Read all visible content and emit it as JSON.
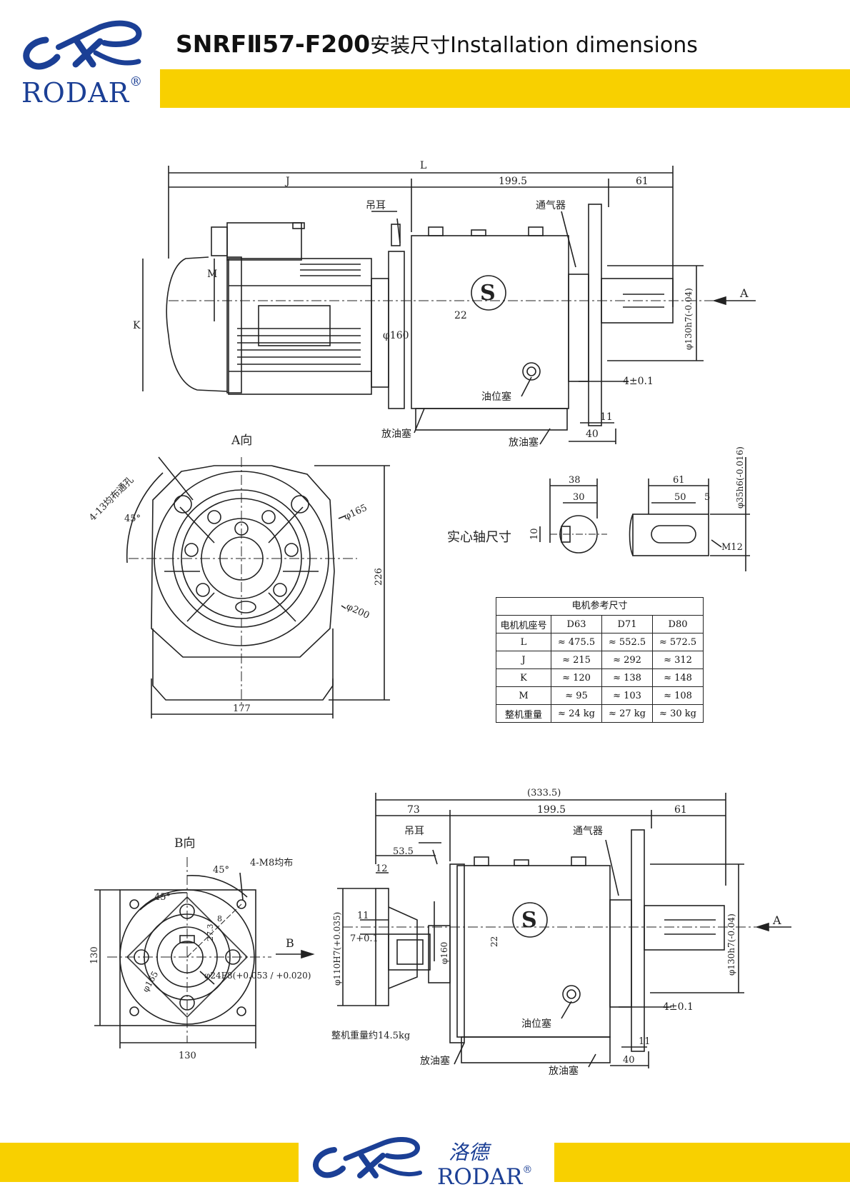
{
  "header": {
    "brand": "RODAR",
    "reg_mark": "®",
    "model": "SNRFⅡ57-F200",
    "title_cn": "安装尺寸",
    "title_en": "Installation dimensions"
  },
  "footer": {
    "brand": "RODAR",
    "brand_cn": "洛德",
    "reg_mark": "®"
  },
  "colors": {
    "accent_yellow": "#f8d000",
    "brand_blue": "#1b3f95",
    "line": "#222222"
  },
  "drawing_top": {
    "dim_L": "L",
    "dim_J": "J",
    "dim_199_5": "199.5",
    "dim_61": "61",
    "label_lifting_eye": "吊耳",
    "label_breather": "通气器",
    "label_oil_level_plug": "油位塞",
    "label_drain_plug_1": "放油塞",
    "label_drain_plug_2": "放油塞",
    "dim_M": "M",
    "dim_K": "K",
    "dim_22": "22",
    "dim_phi160": "φ160",
    "dim_phi130": "φ130h7(-0.04)",
    "dim_4": "4±0.1",
    "dim_11": "11",
    "dim_40": "40",
    "arrow_A": "A",
    "view_A": "A向",
    "holes": "4-13均布通孔",
    "angle_45": "45°",
    "dim_phi165": "φ165",
    "dim_phi200": "φ200",
    "dim_226": "226",
    "dim_177": "177",
    "shaft_title": "实心轴尺寸",
    "shaft_38": "38",
    "shaft_30": "30",
    "shaft_10": "10",
    "shaft_61": "61",
    "shaft_50": "50",
    "shaft_5": "5",
    "shaft_M12": "M12",
    "shaft_phi35": "φ35h6(-0.016)"
  },
  "motor_table": {
    "caption": "电机参考尺寸",
    "header": [
      "电机机座号",
      "D63",
      "D71",
      "D80"
    ],
    "rows": [
      [
        "L",
        "≈ 475.5",
        "≈ 552.5",
        "≈ 572.5"
      ],
      [
        "J",
        "≈ 215",
        "≈ 292",
        "≈ 312"
      ],
      [
        "K",
        "≈ 120",
        "≈ 138",
        "≈ 148"
      ],
      [
        "M",
        "≈ 95",
        "≈ 103",
        "≈ 108"
      ],
      [
        "整机重量",
        "≈ 24 kg",
        "≈ 27 kg",
        "≈ 30 kg"
      ]
    ]
  },
  "drawing_bottom": {
    "view_B": "B向",
    "angle_45a": "45°",
    "angle_45b": "45°",
    "holes": "4-M8均布",
    "dim_130_v": "130",
    "dim_130_h": "130",
    "dim_phi165": "φ165",
    "dim_phi24": "φ24F8(+0.053 / +0.020)",
    "dim_27_3": "27.3",
    "dim_8": "8",
    "arrow_B": "B",
    "dim_333_5": "(333.5)",
    "dim_73": "73",
    "dim_199_5": "199.5",
    "dim_61": "61",
    "label_lifting_eye": "吊耳",
    "label_breather": "通气器",
    "dim_53_5": "53.5",
    "dim_12": "12",
    "dim_11a": "11",
    "dim_7": "7+0.1",
    "dim_phi110": "φ110H7(+0.035)",
    "dim_phi160": "φ160",
    "dim_22": "22",
    "dim_phi130": "φ130h7(-0.04)",
    "arrow_A": "A",
    "dim_4": "4±0.1",
    "label_oil_level_plug": "油位塞",
    "weight": "整机重量约14.5kg",
    "dim_11b": "11",
    "dim_40": "40",
    "label_drain_plug_1": "放油塞",
    "label_drain_plug_2": "放油塞"
  }
}
